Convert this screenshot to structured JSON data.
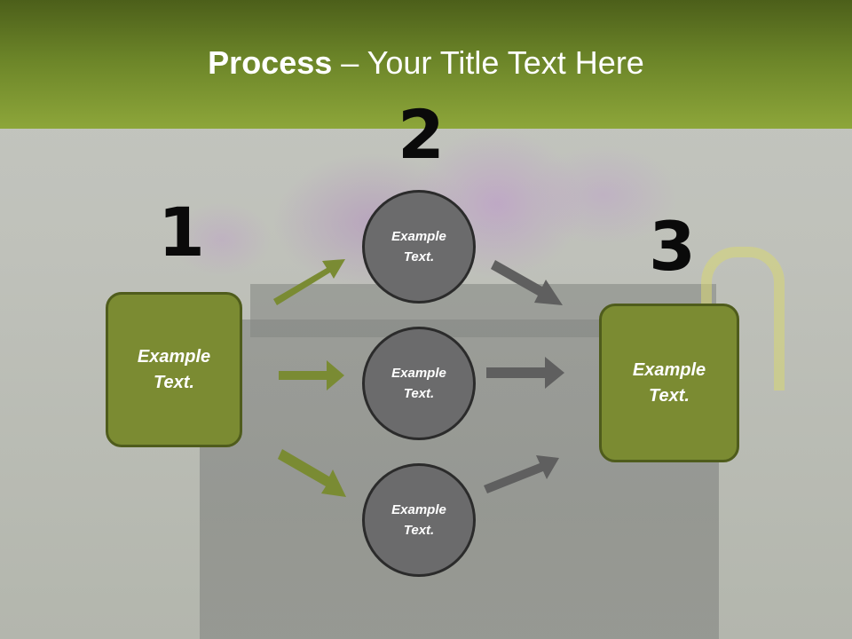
{
  "title": {
    "bold": "Process",
    "rest": " – Your Title Text Here"
  },
  "numbers": [
    "1",
    "2",
    "3"
  ],
  "left_box": {
    "line1": "Example",
    "line2": "Text."
  },
  "circles": [
    {
      "line1": "Example",
      "line2": "Text."
    },
    {
      "line1": "Example",
      "line2": "Text."
    },
    {
      "line1": "Example",
      "line2": "Text."
    }
  ],
  "right_box": {
    "line1": "Example",
    "line2": "Text."
  },
  "colors": {
    "header_green": "#6b8428",
    "box_green": "#7b8b32",
    "circle_gray": "#6b6b6c",
    "green_arrow": "#7a8b33",
    "gray_arrow": "#5f5f5f"
  }
}
